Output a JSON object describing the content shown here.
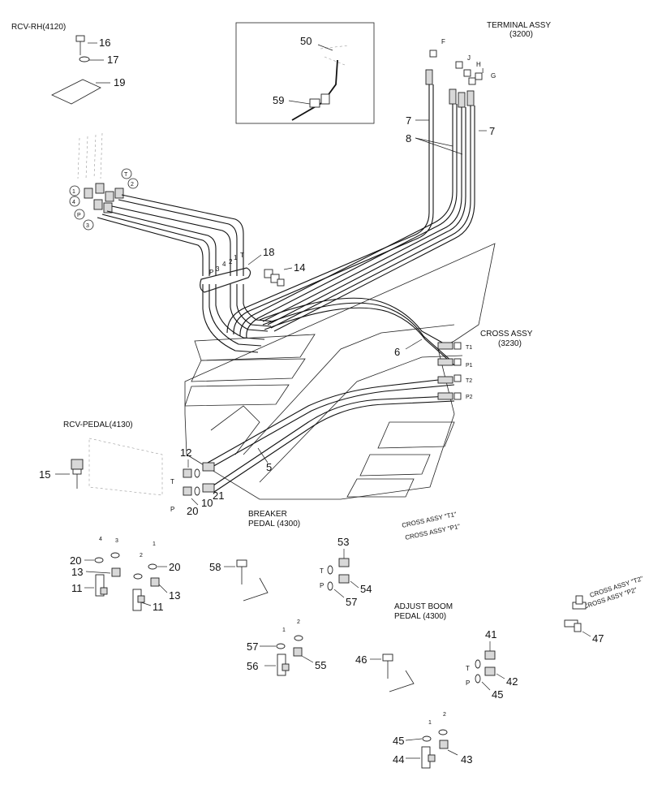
{
  "assemblies": {
    "rcv_rh": "RCV-RH(4120)",
    "terminal_title": "TERMINAL ASSY",
    "terminal_code": "(3200)",
    "cross_title": "CROSS ASSY",
    "cross_code": "(3230)",
    "rcv_pedal": "RCV-PEDAL(4130)",
    "breaker_line1": "BREAKER",
    "breaker_line2": "PEDAL (4300)",
    "adjust_line1": "ADJUST BOOM",
    "adjust_line2": "PEDAL (4300)",
    "cross_t1": "CROSS ASSY \"T1\"",
    "cross_p1": "CROSS ASSY \"P1\"",
    "cross_t2": "CROSS ASSY \"T2\"",
    "cross_p2": "CROSS ASSY \"P2\""
  },
  "parts": {
    "p16": "16",
    "p17": "17",
    "p19": "19",
    "p50": "50",
    "p59": "59",
    "p7a": "7",
    "p7b": "7",
    "p8": "8",
    "p18": "18",
    "p14": "14",
    "p6": "6",
    "p5": "5",
    "p12": "12",
    "p21": "21",
    "p10": "10",
    "p20a": "20",
    "p15": "15",
    "p53": "53",
    "p54": "54",
    "p57a": "57",
    "p58": "58",
    "p20b": "20",
    "p20c": "20",
    "p13a": "13",
    "p13b": "13",
    "p11a": "11",
    "p11b": "11",
    "p57b": "57",
    "p56": "56",
    "p55": "55",
    "p46": "46",
    "p41": "41",
    "p42": "42",
    "p45a": "45",
    "p47": "47",
    "p45b": "45",
    "p44": "44",
    "p43": "43"
  },
  "port_labels": {
    "terminal": [
      "F",
      "J",
      "H",
      "I",
      "G"
    ],
    "circled": [
      "T",
      "2",
      "1",
      "4",
      "P",
      "3"
    ],
    "manifold": [
      "P",
      "3",
      "4",
      "2",
      "1",
      "T"
    ],
    "cross": [
      "T1",
      "P1",
      "T2",
      "P2"
    ],
    "tp": [
      "T",
      "P"
    ],
    "port_nums": [
      "4",
      "3",
      "2",
      "1",
      "1",
      "2",
      "1",
      "2"
    ]
  },
  "colors": {
    "line": "#222222",
    "shade": "#d8d8d8",
    "background": "#ffffff"
  }
}
